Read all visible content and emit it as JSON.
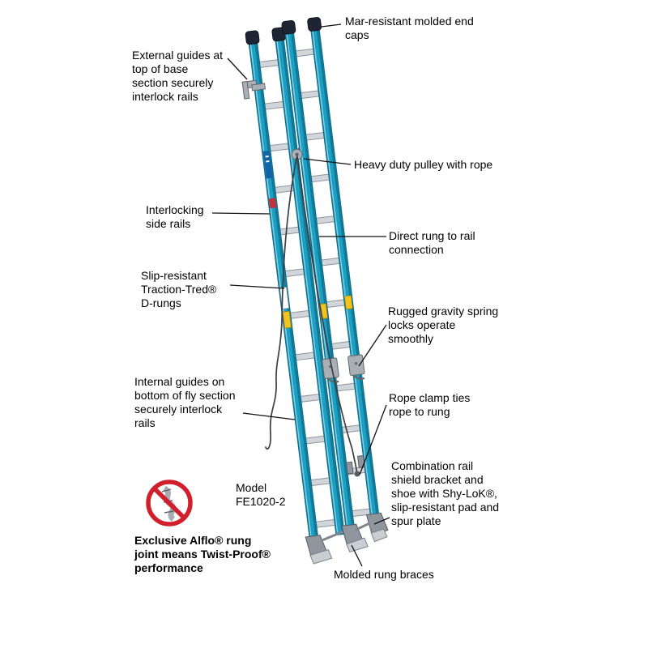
{
  "colors": {
    "background": "#FFFFFF",
    "text": "#000000",
    "ladder_blue": "#1BA0C4",
    "ladder_blue_dark": "#0D6E8C",
    "rung_silver": "#D2D6DA",
    "rung_edge": "#8E959C",
    "metal_gray": "#A9AFB5",
    "metal_dark": "#61676D",
    "cap_dark": "#1D2433",
    "prohibit_red": "#D21F2C",
    "rope": "#3A3F44",
    "label_blue": "#1464A5",
    "label_red": "#C4303C",
    "label_yellow": "#F2C21E"
  },
  "callouts": {
    "end_caps": "Mar-resistant molded end\ncaps",
    "external_guides": "External guides at\ntop of base\nsection securely\ninterlock rails",
    "pulley": "Heavy duty pulley with rope",
    "side_rails": "Interlocking\nside rails",
    "rung_rail": "Direct rung to rail\nconnection",
    "d_rungs": "Slip-resistant\nTraction-Tred®\nD-rungs",
    "spring_locks": "Rugged gravity spring\nlocks operate\nsmoothly",
    "internal_guides": "Internal guides on\nbottom of fly section\nsecurely interlock\nrails",
    "rope_clamp": "Rope clamp ties\nrope to rung",
    "rail_shield": "Combination rail\nshield bracket and\nshoe with Shy-LoK®,\nslip-resistant pad and\nspur plate",
    "rung_braces": "Molded rung braces"
  },
  "model_label": "Model\nFE1020-2",
  "footnote": "Exclusive Alflo® rung\njoint means Twist-Proof®\nperformance",
  "icons": {
    "no_twist_symbol": "red prohibition circle with slash over twisted-rung glyph"
  }
}
